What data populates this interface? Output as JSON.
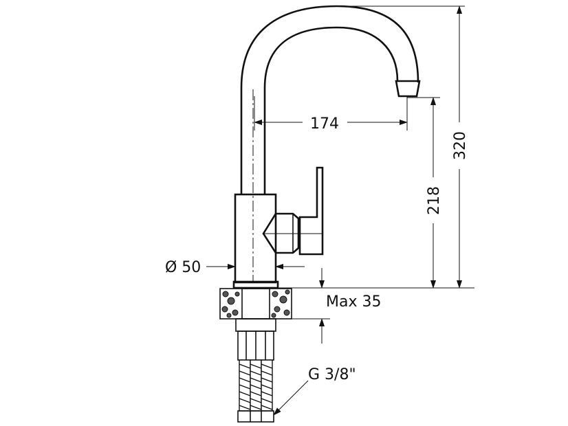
{
  "dimensions": {
    "spout_reach": "174",
    "spout_outlet_height": "218",
    "total_height": "320",
    "base_diameter": "Ø 50",
    "max_counter_thickness": "Max 35",
    "connection_thread": "G 3/8\""
  }
}
